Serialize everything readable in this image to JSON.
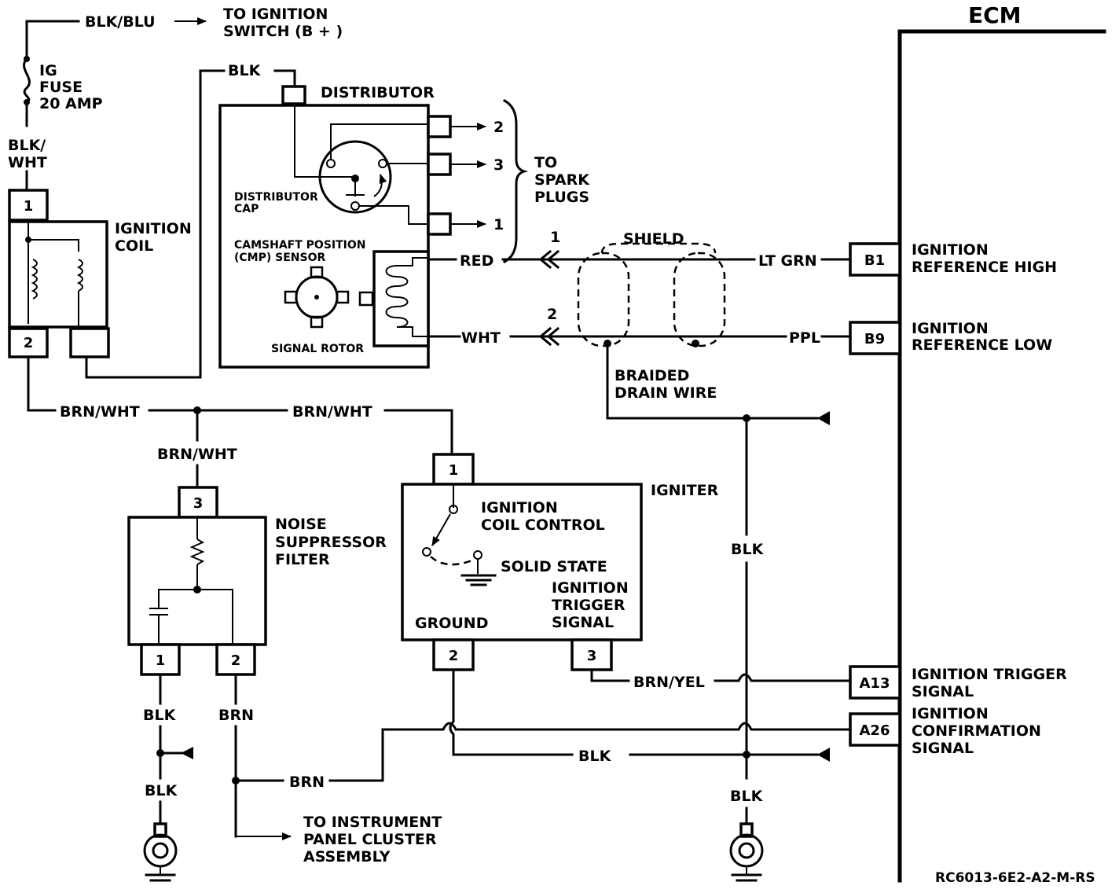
{
  "ecm": {
    "title": "ECM",
    "pins": {
      "b1": {
        "id": "B1",
        "desc1": "IGNITION",
        "desc2": "REFERENCE HIGH"
      },
      "b9": {
        "id": "B9",
        "desc1": "IGNITION",
        "desc2": "REFERENCE LOW"
      },
      "a13": {
        "id": "A13",
        "desc1": "IGNITION TRIGGER",
        "desc2": "SIGNAL"
      },
      "a26": {
        "id": "A26",
        "desc1": "IGNITION",
        "desc2": "CONFIRMATION",
        "desc3": "SIGNAL"
      }
    }
  },
  "supply": {
    "wire": "BLK/BLU",
    "dest1": "TO IGNITION",
    "dest2": "SWITCH (B + )",
    "fuse1": "IG",
    "fuse2": "FUSE",
    "fuse3": "20 AMP",
    "coil_feed1": "BLK/",
    "coil_feed2": "WHT"
  },
  "coil": {
    "label1": "IGNITION",
    "label2": "COIL",
    "pin1": "1",
    "pin2": "2"
  },
  "distributor": {
    "feed": "BLK",
    "label": "DISTRIBUTOR",
    "cap1": "DISTRIBUTOR",
    "cap2": "CAP",
    "cmp1": "CAMSHAFT POSITION",
    "cmp2": "(CMP) SENSOR",
    "rotor": "SIGNAL  ROTOR",
    "plug_pins": [
      "2",
      "3",
      "1"
    ],
    "spark1": "TO",
    "spark2": "SPARK",
    "spark3": "PLUGS"
  },
  "shield": {
    "label": "SHIELD",
    "wire1_left": "RED",
    "wire1_num": "1",
    "wire1_right": "LT GRN",
    "wire2_left": "WHT",
    "wire2_num": "2",
    "wire2_right": "PPL",
    "drain1": "BRAIDED",
    "drain2": "DRAIN WIRE"
  },
  "brnwht": {
    "left": "BRN/WHT",
    "right": "BRN/WHT",
    "down": "BRN/WHT"
  },
  "filter": {
    "label1": "NOISE",
    "label2": "SUPPRESSOR",
    "label3": "FILTER",
    "pin3": "3",
    "pin1": "1",
    "pin2": "2"
  },
  "igniter": {
    "label": "IGNITER",
    "pin1": "1",
    "pin2": "2",
    "pin3": "3",
    "ctrl1": "IGNITION",
    "ctrl2": "COIL CONTROL",
    "solid": "SOLID STATE",
    "trig1": "IGNITION",
    "trig2": "TRIGGER",
    "trig3": "SIGNAL",
    "ground": "GROUND"
  },
  "wires": {
    "blk_right_vertical": "BLK",
    "brn_yel": "BRN/YEL",
    "blk_igniter_ground": "BLK",
    "blk_ground_right": "BLK",
    "blk_filter_1": "BLK",
    "blk_filter_2": "BLK",
    "brn_filter": "BRN",
    "brn_horizontal": "BRN"
  },
  "cluster": {
    "line1": "TO INSTRUMENT",
    "line2": "PANEL CLUSTER",
    "line3": "ASSEMBLY"
  },
  "code": "RC6013-6E2-A2-M-RS"
}
